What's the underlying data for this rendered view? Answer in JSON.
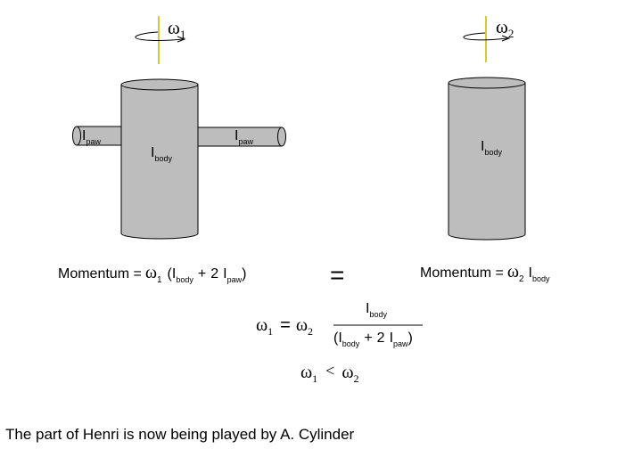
{
  "diagram": {
    "omega_symbol": "ω",
    "subscript_1": "1",
    "subscript_2": "2",
    "moment_symbol": "I",
    "sub_paw": "paw",
    "sub_body": "body",
    "momentum_label": "Momentum =",
    "equals": "=",
    "less_than": "<",
    "two": "2",
    "plus": "+",
    "open_paren": "(",
    "close_paren": ")",
    "colors": {
      "cylinder_fill": "#bdbdbd",
      "outline": "#000000",
      "axis": "#c8b400"
    }
  },
  "caption": "The part of Henri is now being played by A. Cylinder"
}
